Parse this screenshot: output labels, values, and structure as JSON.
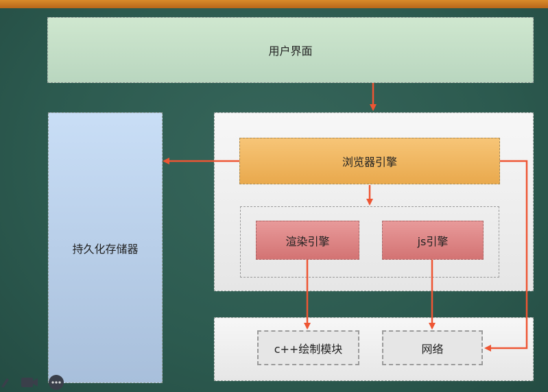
{
  "diagram": {
    "user_interface": "用户界面",
    "persistent_storage": "持久化存储器",
    "browser_engine": "浏览器引擎",
    "render_engine": "渲染引擎",
    "js_engine": "js引擎",
    "cpp_module": "c++绘制模块",
    "network": "网络"
  },
  "colors": {
    "arrow": "#ee5533",
    "user_interface": "#c4dfc6",
    "storage": "#b8cfe9",
    "browser_engine": "#f0b560",
    "engines": "#dd8585"
  },
  "toolbar": {
    "icons": [
      "pencil-icon",
      "camera-icon",
      "more-icon"
    ]
  }
}
